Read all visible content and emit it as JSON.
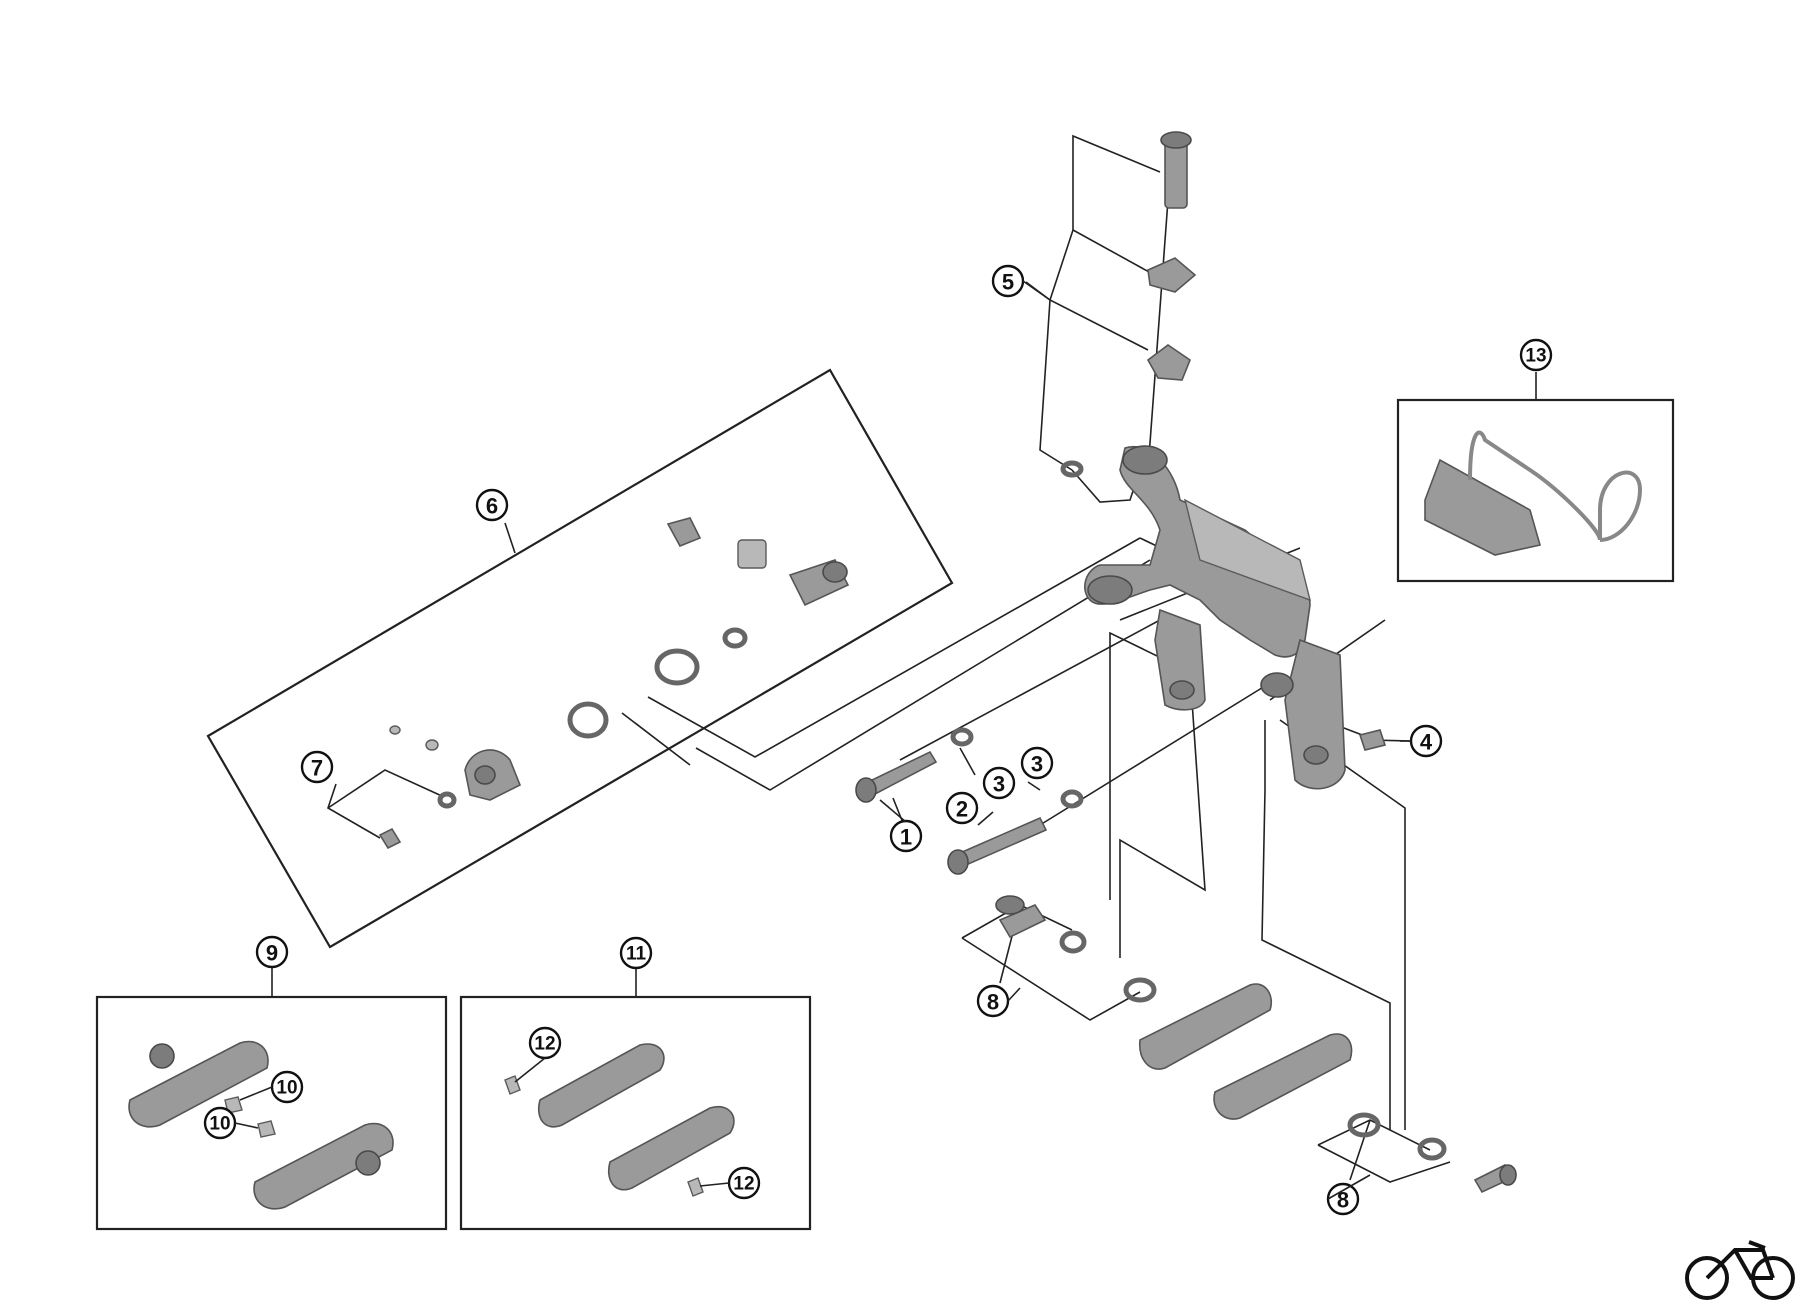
{
  "callouts": [
    {
      "id": "c1",
      "label": "1"
    },
    {
      "id": "c2",
      "label": "2"
    },
    {
      "id": "c3a",
      "label": "3"
    },
    {
      "id": "c3b",
      "label": "3"
    },
    {
      "id": "c4",
      "label": "4"
    },
    {
      "id": "c5",
      "label": "5"
    },
    {
      "id": "c6",
      "label": "6"
    },
    {
      "id": "c7",
      "label": "7"
    },
    {
      "id": "c8a",
      "label": "8"
    },
    {
      "id": "c8b",
      "label": "8"
    },
    {
      "id": "c9",
      "label": "9"
    },
    {
      "id": "c10a",
      "label": "10"
    },
    {
      "id": "c10b",
      "label": "10"
    },
    {
      "id": "c11",
      "label": "11"
    },
    {
      "id": "c12a",
      "label": "12"
    },
    {
      "id": "c12b",
      "label": "12"
    },
    {
      "id": "c13",
      "label": "13"
    }
  ],
  "icons": {
    "logo": "bicycle-icon"
  }
}
